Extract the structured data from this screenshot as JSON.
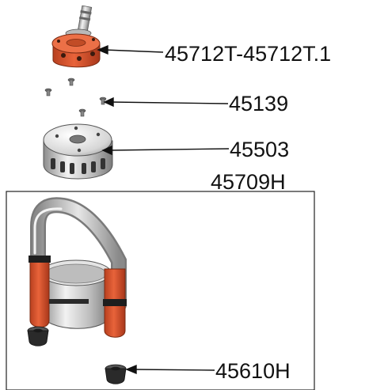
{
  "parts": [
    {
      "id": "top-sensor-head",
      "part_number": "45712T-45712T.1",
      "color": "#d9532b"
    },
    {
      "id": "screws",
      "part_number": "45139",
      "color": "#555555"
    },
    {
      "id": "base-housing",
      "part_number": "45503",
      "color": "#e8e8e8"
    },
    {
      "id": "handle-assembly",
      "part_number": "45709H",
      "color": "#d9532b"
    },
    {
      "id": "foot-cap",
      "part_number": "45610H",
      "color": "#2a2a2a"
    }
  ]
}
